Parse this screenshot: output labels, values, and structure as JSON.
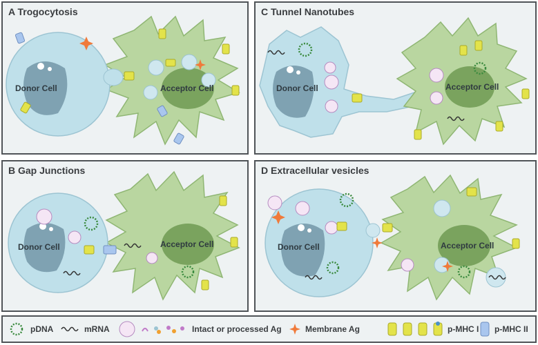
{
  "panels": {
    "a": {
      "title": "A Trogocytosis",
      "donor_label": "Donor Cell",
      "acceptor_label": "Acceptor Cell"
    },
    "b": {
      "title": "B Gap Junctions",
      "donor_label": "Donor Cell",
      "acceptor_label": "Acceptor Cell"
    },
    "c": {
      "title": "C Tunnel Nanotubes",
      "donor_label": "Donor Cell",
      "acceptor_label": "Acceptor Cell"
    },
    "d": {
      "title": "D Extracellular vesicles",
      "donor_label": "Donor Cell",
      "acceptor_label": "Acceptor Cell"
    }
  },
  "legend": {
    "pdna": "pDNA",
    "mrna": "mRNA",
    "antigen": "Intact or processed Ag",
    "membrane_ag": "Membrane Ag",
    "pmhc1": "p-MHC I",
    "pmhc2": "p-MHC II"
  },
  "colors": {
    "donor_fill": "#bfe0ea",
    "donor_nucleus": "#7fa2b2",
    "acceptor_fill": "#b9d6a0",
    "acceptor_nucleus": "#6f9a52",
    "mhc1": "#e3e34a",
    "mhc2": "#a9c6ee",
    "membrane_ag": "#f07a3a",
    "pdna": "#3a8a3e"
  }
}
